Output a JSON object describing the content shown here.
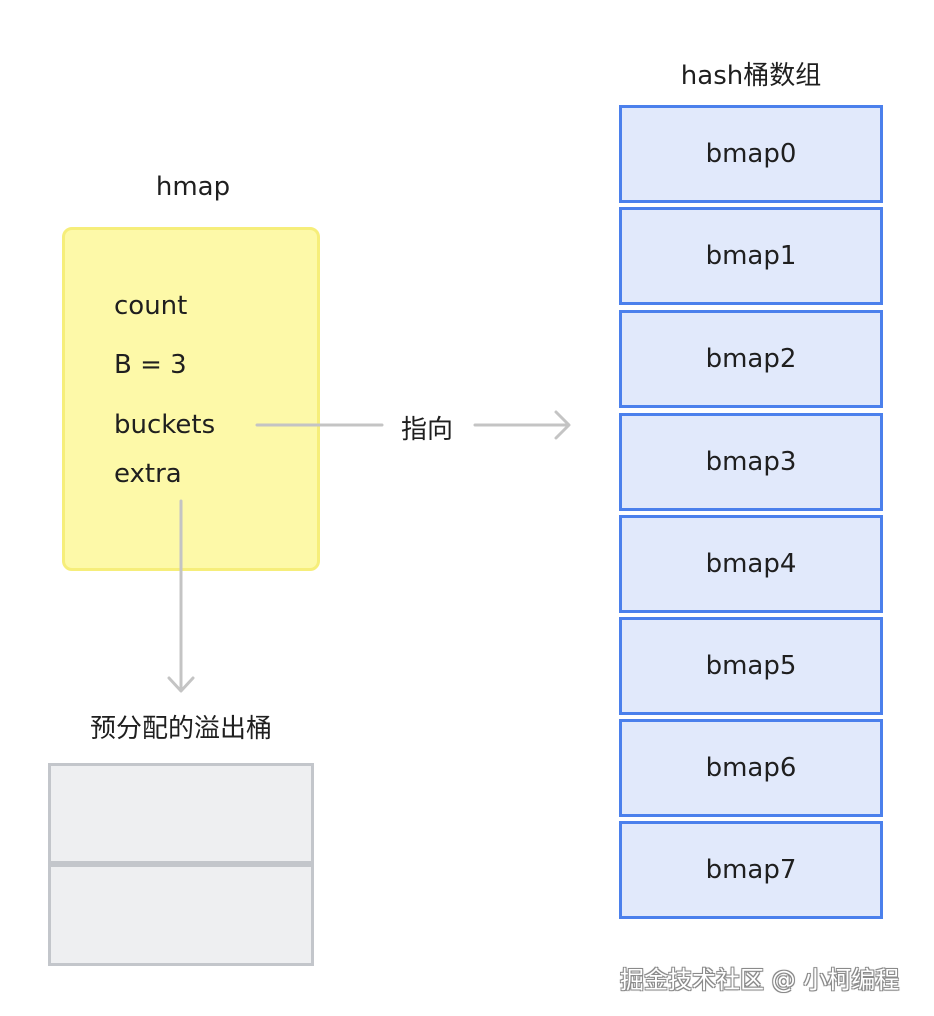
{
  "hmap": {
    "title": "hmap",
    "fields": [
      "count",
      "B = 3",
      "buckets",
      "extra"
    ]
  },
  "pointer_label": "指向",
  "hash_array": {
    "title": "hash桶数组",
    "buckets": [
      "bmap0",
      "bmap1",
      "bmap2",
      "bmap3",
      "bmap4",
      "bmap5",
      "bmap6",
      "bmap7"
    ]
  },
  "overflow": {
    "title": "预分配的溢出桶"
  },
  "watermark": "掘金技术社区 @ 小柯编程",
  "colors": {
    "hmap_fill": "#fdf9a8",
    "hmap_border": "#f6ee7a",
    "bucket_fill": "#e1e9fb",
    "bucket_border": "#4b80ec",
    "overflow_fill": "#eeeff1",
    "overflow_border": "#c3c6cb",
    "arrow": "#c4c4c4"
  }
}
